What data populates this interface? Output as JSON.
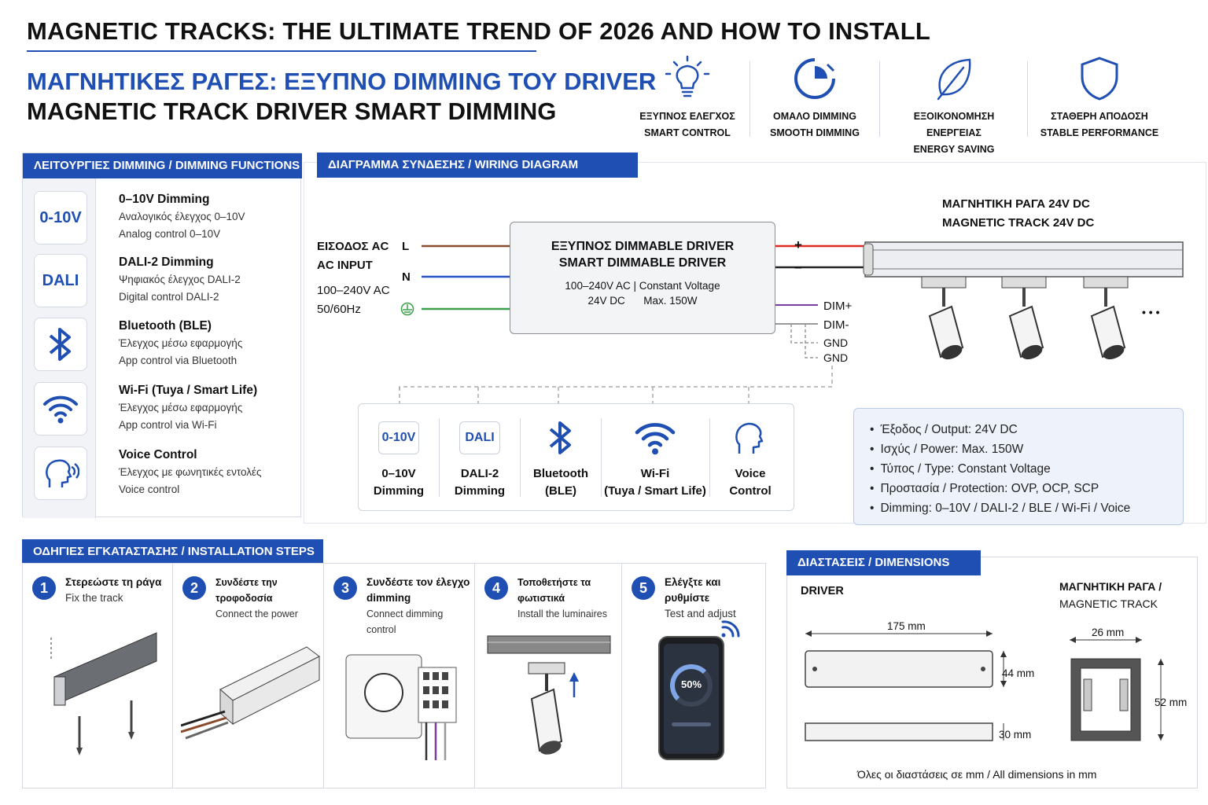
{
  "header": {
    "title": "MAGNETIC TRACKS: THE ULTIMATE TREND OF 2026 AND HOW TO INSTALL",
    "title_gr": "ΜΑΓΝΗΤΙΚΕΣ ΡΑΓΕΣ: ΕΞΥΠΝΟ DIMMING ΤΟΥ DRIVER",
    "title_en": "MAGNETIC TRACK DRIVER SMART DIMMING"
  },
  "features": [
    {
      "icon": "lightbulb-icon",
      "gr": "ΕΞΥΠΝΟΣ ΕΛΕΓΧΟΣ",
      "en": "SMART CONTROL"
    },
    {
      "icon": "dimming-arc-icon",
      "gr": "ΟΜΑΛΟ DIMMING",
      "en": "SMOOTH DIMMING"
    },
    {
      "icon": "leaf-icon",
      "gr": "ΕΞΟΙΚΟΝΟΜΗΣΗ ΕΝΕΡΓΕΙΑΣ",
      "en": "ENERGY SAVING"
    },
    {
      "icon": "shield-icon",
      "gr": "ΣΤΑΘΕΡΗ ΑΠΟΔΟΣΗ",
      "en": "STABLE PERFORMANCE"
    }
  ],
  "functions": {
    "header": "ΛΕΙΤΟΥΡΓΙΕΣ DIMMING / DIMMING FUNCTIONS",
    "items": [
      {
        "badge": "0-10V",
        "title": "0–10V Dimming",
        "gr": "Αναλογικός έλεγχος 0–10V",
        "en": "Analog control 0–10V"
      },
      {
        "badge": "DALI",
        "title": "DALI-2 Dimming",
        "gr": "Ψηφιακός έλεγχος DALI-2",
        "en": "Digital control DALI-2"
      },
      {
        "badge": "",
        "title": "Bluetooth (BLE)",
        "gr": "Έλεγχος μέσω εφαρμογής",
        "en": "App control via Bluetooth"
      },
      {
        "badge": "",
        "title": "Wi-Fi (Tuya / Smart Life)",
        "gr": "Έλεγχος μέσω εφαρμογής",
        "en": "App control via Wi-Fi"
      },
      {
        "badge": "",
        "title": "Voice Control",
        "gr": "Έλεγχος με φωνητικές εντολές",
        "en": "Voice control"
      }
    ]
  },
  "wiring": {
    "header": "ΔΙΑΓΡΑΜΜΑ ΣΥΝΔΕΣΗΣ / WIRING DIAGRAM",
    "input_gr": "ΕΙΣΟΔΟΣ AC",
    "input_en": "AC INPUT",
    "input_v": "100–240V AC",
    "input_hz": "50/60Hz",
    "l": "L",
    "n": "N",
    "driver_gr": "ΕΞΥΠΝΟΣ DIMMABLE DRIVER",
    "driver_en": "SMART DIMMABLE DRIVER",
    "driver_spec1": "100–240V AC | Constant Voltage",
    "driver_spec2a": "24V DC",
    "driver_spec2b": "Max. 150W",
    "plus": "+",
    "minus": "–",
    "dim_plus": "DIM+",
    "dim_minus": "DIM-",
    "gnd1": "GND",
    "gnd2": "GND",
    "track_gr": "ΜΑΓΝΗΤΙΚΗ ΡΑΓΑ 24V DC",
    "track_en": "MAGNETIC TRACK 24V DC",
    "ellipsis": "• • •",
    "modules": [
      {
        "badge": "0-10V",
        "l1": "0–10V",
        "l2": "Dimming"
      },
      {
        "badge": "DALI",
        "l1": "DALI-2",
        "l2": "Dimming"
      },
      {
        "badge": "",
        "l1": "Bluetooth",
        "l2": "(BLE)"
      },
      {
        "badge": "",
        "l1": "Wi-Fi",
        "l2": "(Tuya / Smart Life)"
      },
      {
        "badge": "",
        "l1": "Voice",
        "l2": "Control"
      }
    ],
    "specs": [
      "Έξοδος / Output: 24V DC",
      "Ισχύς / Power: Max. 150W",
      "Τύπος / Type: Constant Voltage",
      "Προστασία / Protection: OVP, OCP, SCP",
      "Dimming: 0–10V / DALI-2 / BLE / Wi-Fi / Voice"
    ]
  },
  "installation": {
    "header": "ΟΔΗΓΙΕΣ ΕΓΚΑΤΑΣΤΑΣΗΣ / INSTALLATION STEPS",
    "steps": [
      {
        "num": "1",
        "gr": "Στερεώστε τη ράγα",
        "en": "Fix the track"
      },
      {
        "num": "2",
        "gr": "Συνδέστε την τροφοδοσία",
        "en": "Connect the power"
      },
      {
        "num": "3",
        "gr": "Συνδέστε τον έλεγχο dimming",
        "en": "Connect dimming control"
      },
      {
        "num": "4",
        "gr": "Τοποθετήστε τα φωτιστικά",
        "en": "Install the luminaires"
      },
      {
        "num": "5",
        "gr": "Ελέγξτε και ρυθμίστε",
        "en": "Test and adjust"
      }
    ],
    "phone_percent": "50%"
  },
  "dimensions": {
    "header": "ΔΙΑΣΤΑΣΕΙΣ / DIMENSIONS",
    "driver_label": "DRIVER",
    "track_label1": "ΜΑΓΝΗΤΙΚΗ ΡΑΓΑ /",
    "track_label2": "MAGNETIC TRACK",
    "length": "175 mm",
    "height": "44 mm",
    "depth": "30 mm",
    "track_width": "26 mm",
    "track_height": "52 mm",
    "note": "Όλες οι διαστάσεις σε mm / All dimensions in mm"
  },
  "colors": {
    "accent": "#1f4fb3",
    "live": "#8b4a2b",
    "neutral": "#2a55c7",
    "earth": "#3aa04a",
    "positive": "#e02a1f"
  }
}
